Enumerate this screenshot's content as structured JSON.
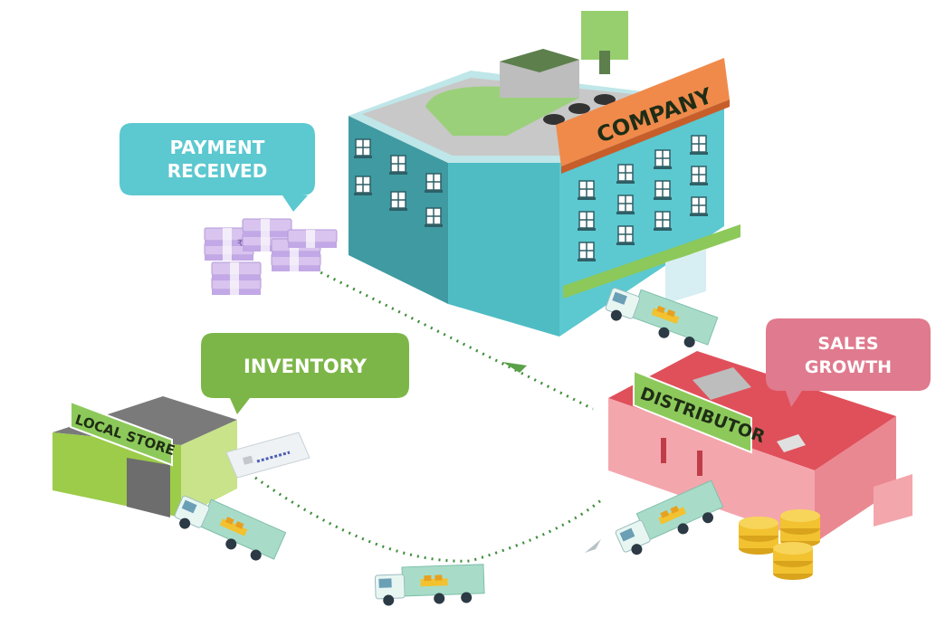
{
  "labels": {
    "payment_line1": "PAYMENT",
    "payment_line2": "RECEIVED",
    "inventory": "INVENTORY",
    "sales_line1": "SALES",
    "sales_line2": "GROWTH",
    "company_sign": "COMPANY",
    "distributor_sign": "DISTRIBUTOR",
    "local_store_sign": "LOCAL STORE",
    "currency_symbol": "₹"
  },
  "colors": {
    "payment_bubble": "#5cc8d0",
    "inventory_bubble": "#7db648",
    "sales_bubble": "#e07a8e",
    "company_building": "#4fbcc4",
    "company_sign": "#f08a4b",
    "distributor_roof": "#e0505a",
    "distributor_wall": "#f4a6ad",
    "store_wall": "#9ccc4a",
    "store_roof": "#7a7a7a",
    "truck_cab": "#e8f6f2",
    "truck_cargo": "#a8dcc8",
    "dotted_path": "#3e8e3a",
    "coins": "#f2c230",
    "cash": "#d8c4ee"
  },
  "icons": [
    "building-icon",
    "truck-icon",
    "cash-stack-icon",
    "coin-stack-icon",
    "card-icon",
    "arrow-icon"
  ]
}
